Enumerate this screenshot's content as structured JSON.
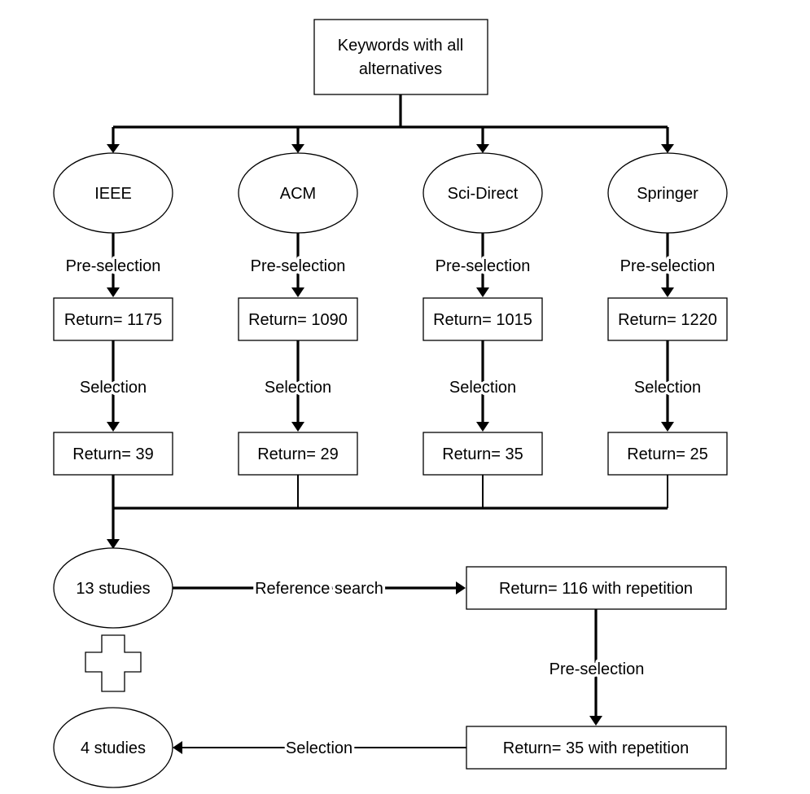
{
  "keywords": {
    "line1": "Keywords with all",
    "line2": "alternatives"
  },
  "databases": [
    {
      "name": "IEEE",
      "pre_label": "Pre-selection",
      "return1": "Return= 1175",
      "sel_label": "Selection",
      "return2": "Return= 39"
    },
    {
      "name": "ACM",
      "pre_label": "Pre-selection",
      "return1": "Return= 1090",
      "sel_label": "Selection",
      "return2": "Return= 29"
    },
    {
      "name": "Sci-Direct",
      "pre_label": "Pre-selection",
      "return1": "Return= 1015",
      "sel_label": "Selection",
      "return2": "Return= 35"
    },
    {
      "name": "Springer",
      "pre_label": "Pre-selection",
      "return1": "Return= 1220",
      "sel_label": "Selection",
      "return2": "Return= 25"
    }
  ],
  "studies13": "13 studies",
  "reference_search": "Reference search",
  "ref_return": "Return= 116 with repetition",
  "ref_preselection": "Pre-selection",
  "ref_return2": "Return= 35 with repetition",
  "ref_selection": "Selection",
  "studies4": "4 studies"
}
